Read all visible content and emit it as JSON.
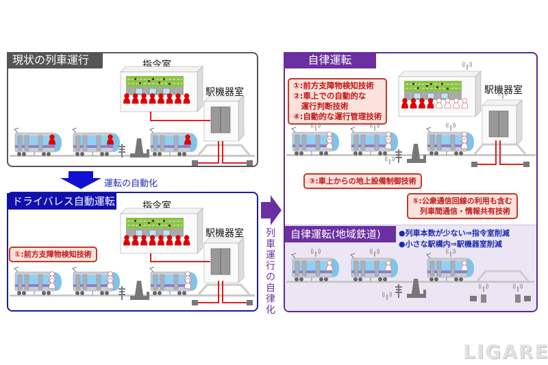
{
  "panels": {
    "current": {
      "title": "現状の列車運行",
      "control_room_label": "指令室",
      "equipment_room_label": "駅機器室",
      "operators_total": 8,
      "operators_present": 8,
      "train_crew": "driver"
    },
    "driverless": {
      "title": "ドライバレス自動運転",
      "control_room_label": "指令室",
      "equipment_room_label": "駅機器室",
      "operators_total": 8,
      "operators_present": 8,
      "tech_box": [
        "①:前方支障物検知技術"
      ],
      "train_crew": "attendant"
    },
    "autonomous": {
      "title": "自律運転",
      "equipment_room_label": "駅機器室",
      "operators_total": 8,
      "operators_present": 4,
      "tech_box_main": [
        "①:前方支障物検知技術",
        "②:車上での自動的な",
        "　運行判断技術",
        "④:自動的な運行管理技術"
      ],
      "tech_box_3": "③:車上からの地上設備制御技術",
      "tech_box_5": [
        "⑤:公衆通信回線の利用も含む",
        "　列車間通信・情報共有技術"
      ]
    },
    "regional": {
      "title": "自律運転(地域鉄道)",
      "bullets": [
        "●列車本数が少ない⇒指令室削減",
        "●小さな駅構内⇒駅機器室削減"
      ]
    }
  },
  "arrows": {
    "down_label": "運転の自動化",
    "right_label": "列車運行の自律化"
  },
  "colors": {
    "gray": "#555555",
    "blue": "#1010b0",
    "purple": "#6a2fa0",
    "red": "#e00000",
    "lavender": "#ece6f4"
  },
  "watermark": "LIGARE"
}
